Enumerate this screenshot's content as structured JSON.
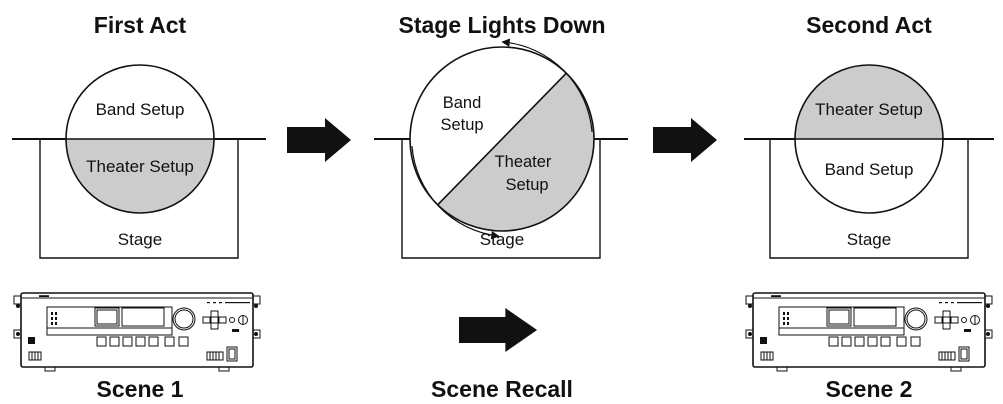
{
  "colors": {
    "ink": "#111111",
    "half_fill": "#cccccc",
    "background": "#ffffff"
  },
  "panels": {
    "first_act": {
      "title": "First Act",
      "upper_label": "Band Setup",
      "lower_label": "Theater Setup",
      "stage_label": "Stage"
    },
    "lights_down": {
      "title": "Stage Lights Down",
      "upper_label_line1": "Band",
      "upper_label_line2": "Setup",
      "lower_label_line1": "Theater",
      "lower_label_line2": "Setup",
      "stage_label": "Stage"
    },
    "second_act": {
      "title": "Second Act",
      "upper_label": "Theater Setup",
      "lower_label": "Band Setup",
      "stage_label": "Stage"
    }
  },
  "bottom": {
    "scene1_label": "Scene 1",
    "recall_label": "Scene Recall",
    "scene2_label": "Scene 2"
  },
  "icons": {
    "flow_arrow": "right-arrow-icon",
    "rotation_arrow": "curved-arrow-icon",
    "device": "rack-mixer-device-icon"
  }
}
